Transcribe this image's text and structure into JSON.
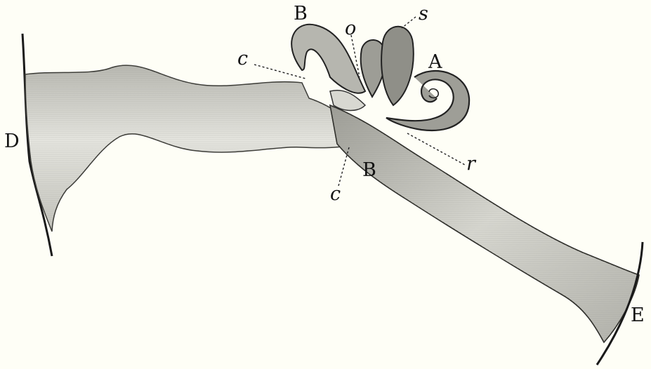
{
  "labels": {
    "A": "A",
    "B_top": "B",
    "B_bottom": "B",
    "c_top": "c",
    "c_bottom": "c",
    "D": "D",
    "E": "E",
    "o": "o",
    "s": "s",
    "r": "r"
  },
  "colors": {
    "background": "#fefef6",
    "ink": "#141414",
    "fill": "#dcdcd6",
    "fill_dark": "#a9a9a2"
  }
}
